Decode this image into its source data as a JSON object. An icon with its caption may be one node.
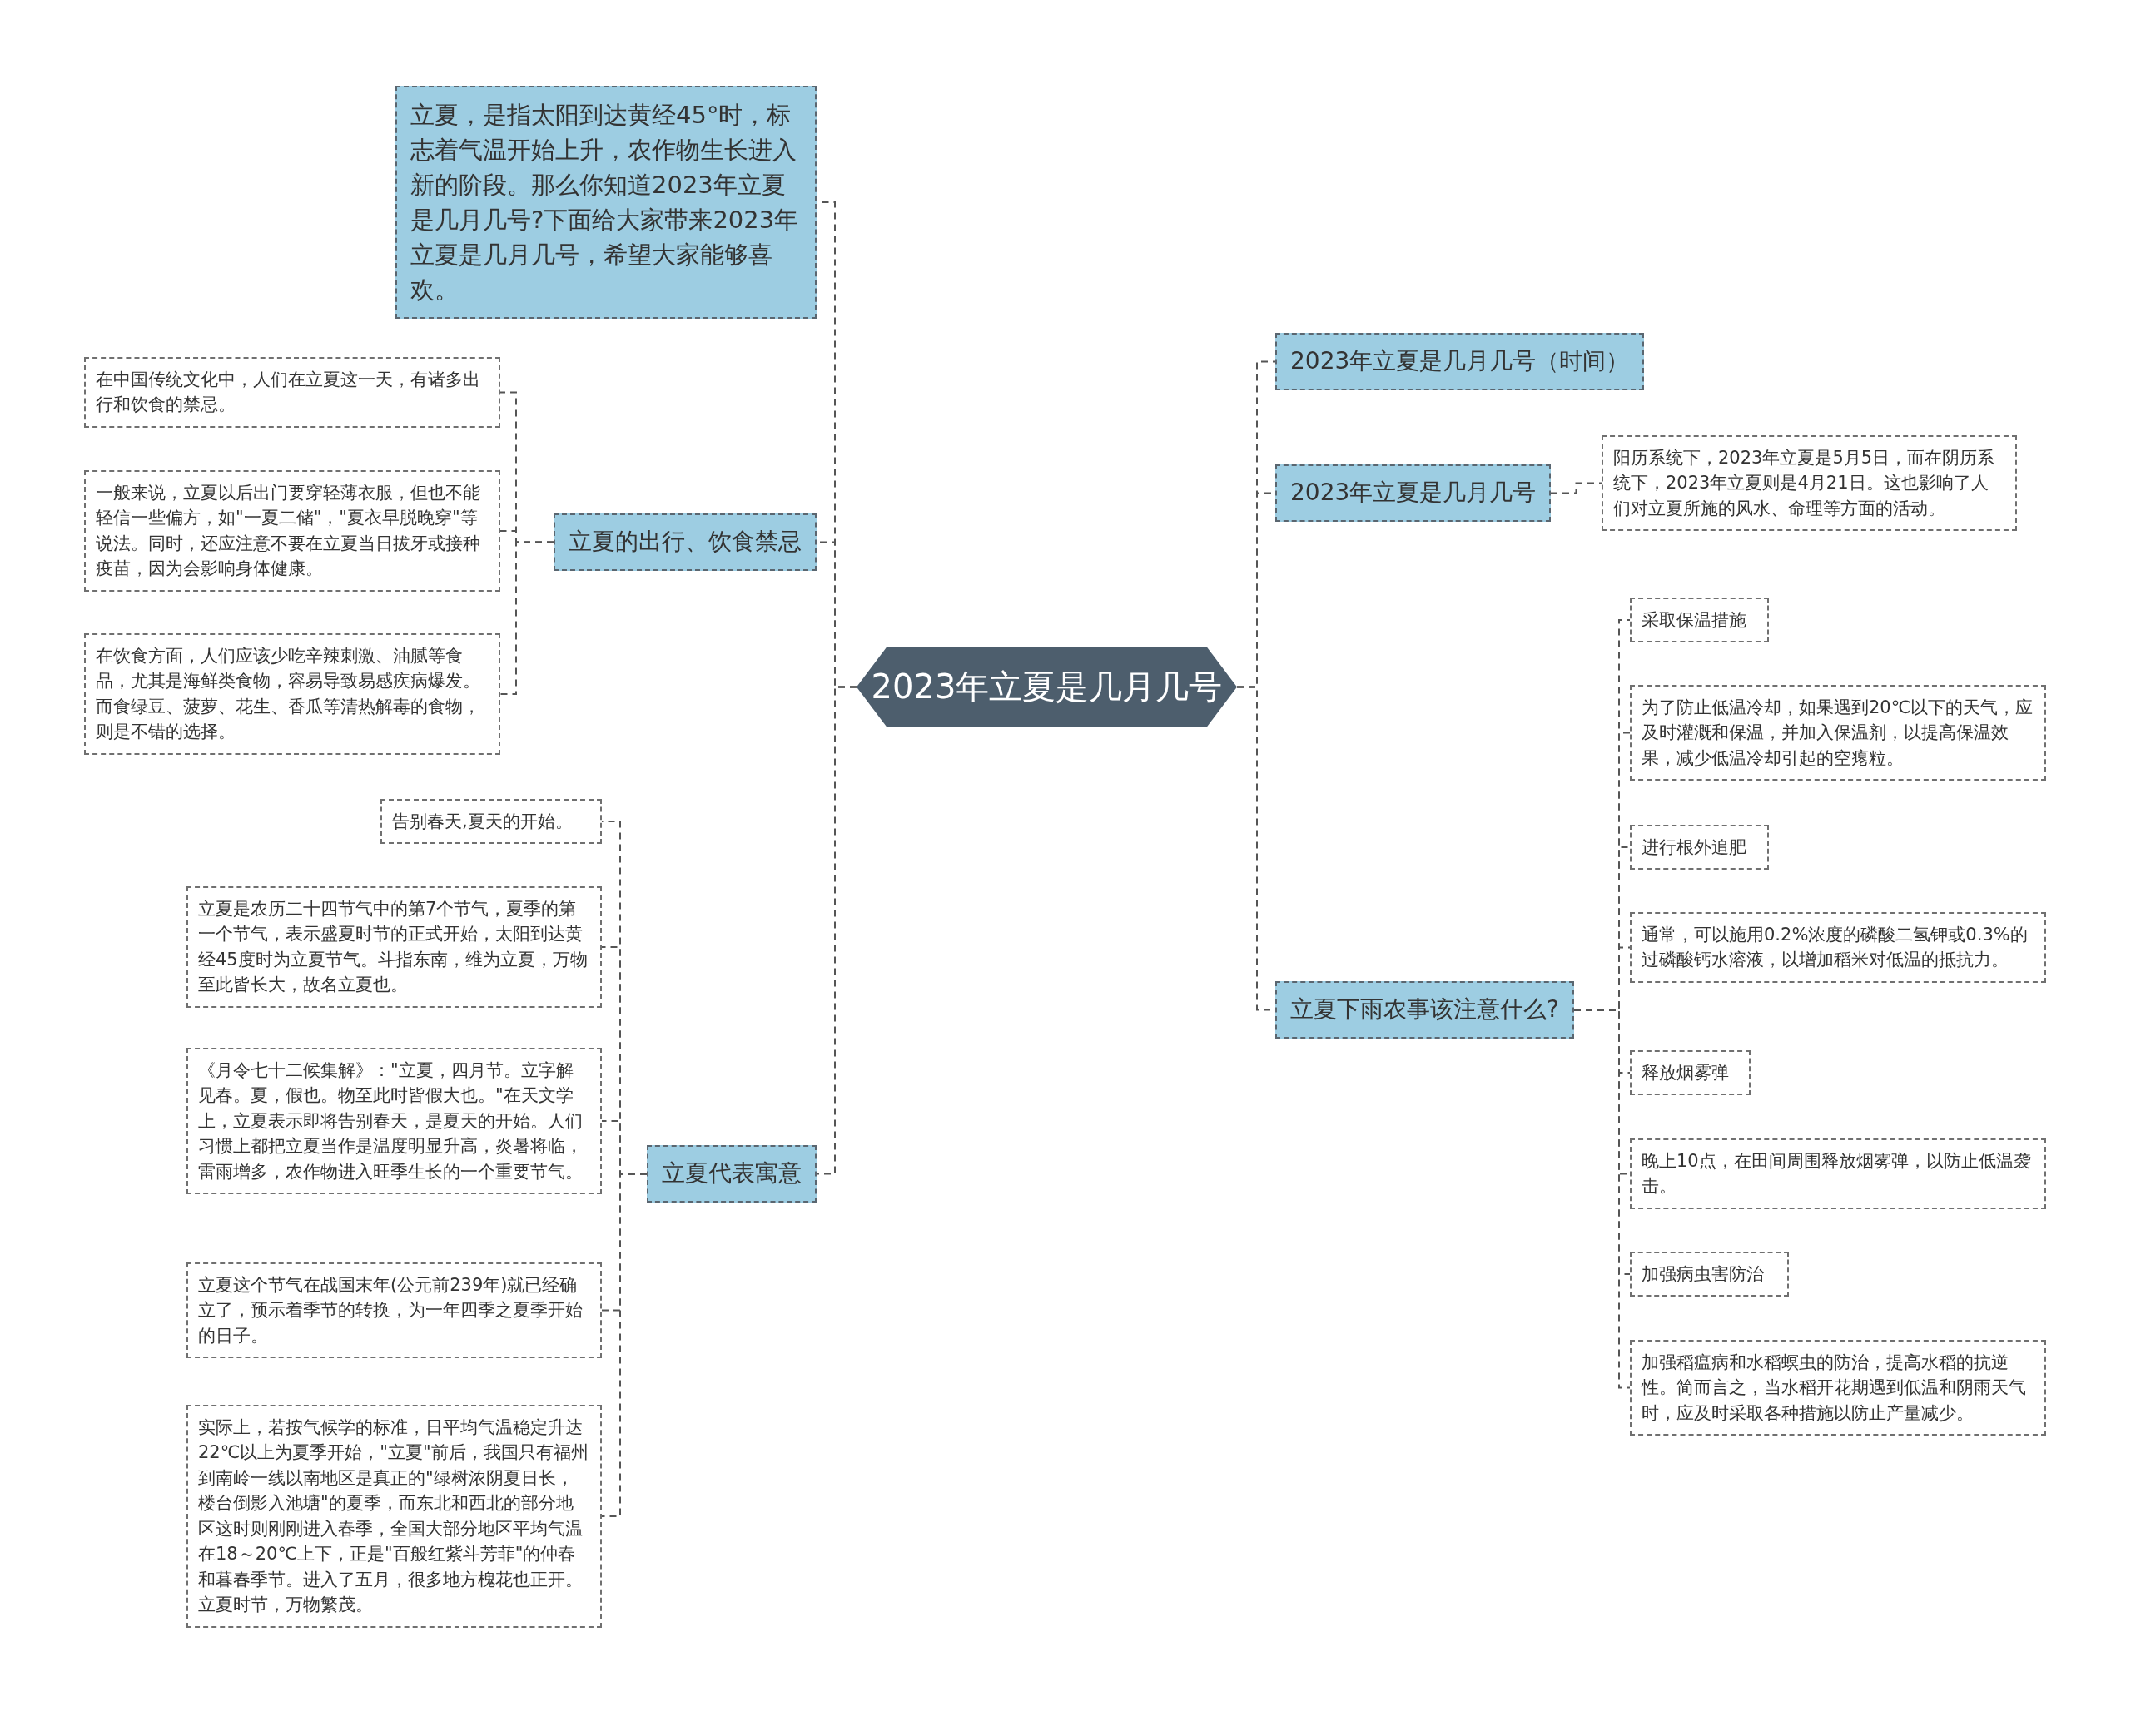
{
  "diagram": {
    "nodes": [
      {
        "text": [
          "2023年立夏是几月几号"
        ]
      },
      {
        "text": [
          "立夏，是指太阳到达黄经45°时，标志着气温开始上升，农作物生长进入新的阶段。那么你知道2023年立夏是几月几号?下面给大家带来2023年立夏是几月几号，希望大家能够喜欢。"
        ]
      },
      {
        "text": [
          "立夏的出行、饮食禁忌"
        ]
      },
      {
        "text": [
          "在中国传统文化中，人们在立夏这一天，有诸多出行和饮食的禁忌。"
        ]
      },
      {
        "text": [
          "一般来说，立夏以后出门要穿轻薄衣服，但也不能轻信一些偏方，如\"一夏二储\"，\"夏衣早脱晚穿\"等说法。同时，还应注意不要在立夏当日拔牙或接种疫苗，因为会影响身体健康。"
        ]
      },
      {
        "text": [
          "在饮食方面，人们应该少吃辛辣刺激、油腻等食品，尤其是海鲜类食物，容易导致易感疾病爆发。而食绿豆、菠萝、花生、香瓜等清热解毒的食物，则是不错的选择。"
        ]
      },
      {
        "text": [
          "立夏代表寓意"
        ]
      },
      {
        "text": [
          "告别春天,夏天的开始。"
        ]
      },
      {
        "text": [
          "立夏是农历二十四节气中的第7个节气，夏季的第一个节气，表示盛夏时节的正式开始，太阳到达黄经45度时为立夏节气。斗指东南，维为立夏，万物至此皆长大，故名立夏也。"
        ]
      },
      {
        "text": [
          "《月令七十二候集解》：\"立夏，四月节。立字解见春。夏，假也。物至此时皆假大也。\"在天文学上，立夏表示即将告别春天，是夏天的开始。人们习惯上都把立夏当作是温度明显升高，炎暑将临，雷雨增多，农作物进入旺季生长的一个重要节气。"
        ]
      },
      {
        "text": [
          "立夏这个节气在战国末年(公元前239年)就已经确立了，预示着季节的转换，为一年四季之夏季开始的日子。"
        ]
      },
      {
        "text": [
          "实际上，若按气候学的标准，日平均气温稳定升达22℃以上为夏季开始，\"立夏\"前后，我国只有福州到南岭一线以南地区是真正的\"绿树浓阴夏日长，楼台倒影入池塘\"的夏季，而东北和西北的部分地区这时则刚刚进入春季，全国大部分地区平均气温在18～20℃上下，正是\"百般红紫斗芳菲\"的仲春和暮春季节。进入了五月，很多地方槐花也正开。立夏时节，万物繁茂。"
        ]
      },
      {
        "text": [
          "2023年立夏是几月几号（时间）"
        ]
      },
      {
        "text": [
          "2023年立夏是几月几号"
        ]
      },
      {
        "text": [
          "阳历系统下，2023年立夏是5月5日，而在阴历系统下，2023年立夏则是4月21日。这也影响了人们对立夏所施的风水、命理等方面的活动。"
        ]
      },
      {
        "text": [
          "立夏下雨农事该注意什么?"
        ]
      },
      {
        "text": [
          "采取保温措施"
        ]
      },
      {
        "text": [
          "为了防止低温冷却，如果遇到20℃以下的天气，应及时灌溉和保温，并加入保温剂，以提高保温效果，减少低温冷却引起的空瘪粒。"
        ]
      },
      {
        "text": [
          "进行根外追肥"
        ]
      },
      {
        "text": [
          "通常，可以施用0.2%浓度的磷酸二氢钾或0.3%的过磷酸钙水溶液，以增加稻米对低温的抵抗力。"
        ]
      },
      {
        "text": [
          "释放烟雾弹"
        ]
      },
      {
        "text": [
          "晚上10点，在田间周围释放烟雾弹，以防止低温袭击。"
        ]
      },
      {
        "text": [
          "加强病虫害防治"
        ]
      },
      {
        "text": [
          "加强稻瘟病和水稻螟虫的防治，提高水稻的抗逆性。简而言之，当水稻开花期遇到低温和阴雨天气时，应及时采取各种措施以防止产量减少。"
        ]
      }
    ],
    "edges": [
      {
        "from": 0,
        "to": 1,
        "arrow": "none"
      },
      {
        "from": 0,
        "to": 2,
        "arrow": "none"
      },
      {
        "from": 2,
        "to": 3,
        "arrow": "none"
      },
      {
        "from": 2,
        "to": 4,
        "arrow": "none"
      },
      {
        "from": 2,
        "to": 5,
        "arrow": "none"
      },
      {
        "from": 0,
        "to": 6,
        "arrow": "none"
      },
      {
        "from": 6,
        "to": 7,
        "arrow": "none"
      },
      {
        "from": 6,
        "to": 8,
        "arrow": "none"
      },
      {
        "from": 6,
        "to": 9,
        "arrow": "none"
      },
      {
        "from": 6,
        "to": 10,
        "arrow": "none"
      },
      {
        "from": 6,
        "to": 11,
        "arrow": "none"
      },
      {
        "from": 0,
        "to": 12,
        "arrow": "none"
      },
      {
        "from": 0,
        "to": 13,
        "arrow": "none"
      },
      {
        "from": 13,
        "to": 14,
        "arrow": "none"
      },
      {
        "from": 0,
        "to": 15,
        "arrow": "none"
      },
      {
        "from": 15,
        "to": 16,
        "arrow": "none"
      },
      {
        "from": 15,
        "to": 17,
        "arrow": "none"
      },
      {
        "from": 15,
        "to": 18,
        "arrow": "none"
      },
      {
        "from": 15,
        "to": 19,
        "arrow": "none"
      },
      {
        "from": 15,
        "to": 20,
        "arrow": "none"
      },
      {
        "from": 15,
        "to": 21,
        "arrow": "none"
      },
      {
        "from": 15,
        "to": 22,
        "arrow": "none"
      },
      {
        "from": 15,
        "to": 23,
        "arrow": "none"
      }
    ]
  }
}
